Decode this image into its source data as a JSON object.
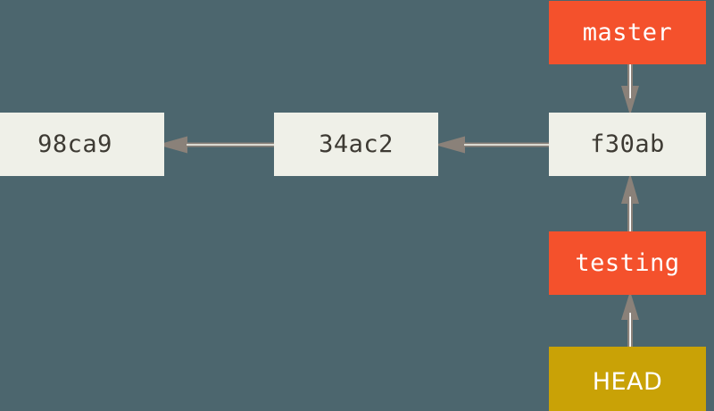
{
  "diagram": {
    "title": "git-branching-head-testing",
    "background_color": "#4c666e",
    "commit_box_color": "#eff0e8",
    "commit_text_color": "#3d3a33",
    "branch_box_color": "#f4512c",
    "branch_text_color": "#ffffff",
    "head_box_color": "#c9a206",
    "head_text_color": "#ffffff",
    "arrow_color": "#8a8179",
    "nodes": {
      "commit_98ca9": {
        "label": "98ca9",
        "type": "commit"
      },
      "commit_34ac2": {
        "label": "34ac2",
        "type": "commit"
      },
      "commit_f30ab": {
        "label": "f30ab",
        "type": "commit"
      },
      "branch_master": {
        "label": "master",
        "type": "branch"
      },
      "branch_testing": {
        "label": "testing",
        "type": "branch"
      },
      "pointer_head": {
        "label": "HEAD",
        "type": "head"
      }
    },
    "edges": [
      {
        "name": "34ac2-to-98ca9",
        "from": "34ac2",
        "to": "98ca9",
        "direction": "left"
      },
      {
        "name": "f30ab-to-34ac2",
        "from": "f30ab",
        "to": "34ac2",
        "direction": "left"
      },
      {
        "name": "master-to-f30ab",
        "from": "master",
        "to": "f30ab",
        "direction": "down"
      },
      {
        "name": "testing-to-f30ab",
        "from": "testing",
        "to": "f30ab",
        "direction": "up"
      },
      {
        "name": "head-to-testing",
        "from": "HEAD",
        "to": "testing",
        "direction": "up"
      }
    ]
  }
}
